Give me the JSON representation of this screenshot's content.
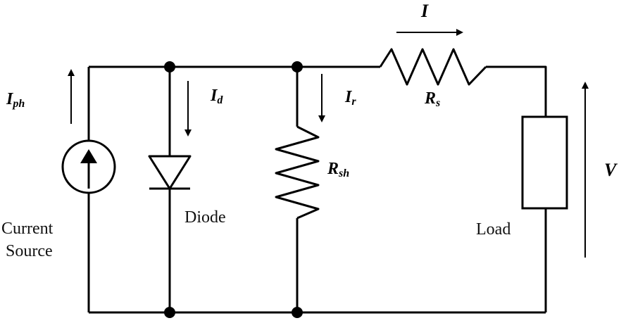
{
  "labels": {
    "current_main": "I",
    "photo_current_main": "I",
    "photo_current_sub": "ph",
    "diode_current_main": "I",
    "diode_current_sub": "d",
    "shunt_current_main": "I",
    "shunt_current_sub": "r",
    "series_resistor_main": "R",
    "series_resistor_sub": "s",
    "shunt_resistor_main": "R",
    "shunt_resistor_sub": "sh",
    "voltage": "V",
    "diode": "Diode",
    "load": "Load",
    "current_source_line1": "Current",
    "current_source_line2": "Source"
  }
}
